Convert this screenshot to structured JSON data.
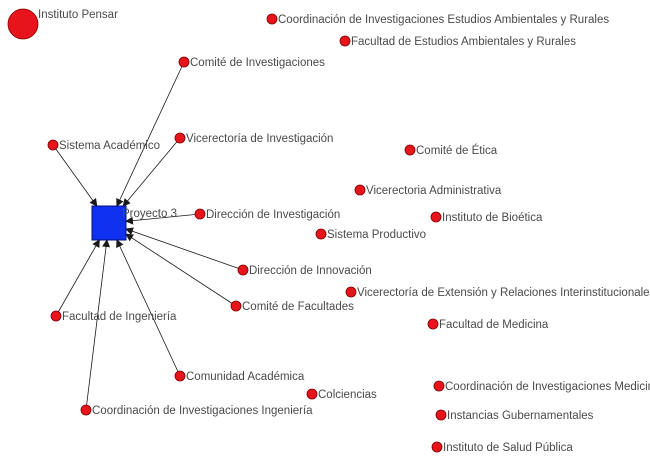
{
  "colors": {
    "actor_node": "#e8141c",
    "actor_outline": "#7a0000",
    "project_node": "#1030f0",
    "project_outline": "#001080",
    "edge": "#1a1a1a",
    "label": "#4a4a4a"
  },
  "nodes": [
    {
      "id": "instituto-pensar",
      "label": "Instituto Pensar",
      "type": "actor-large"
    },
    {
      "id": "coord-inv-ambientales",
      "label": "Coordinación de Investigaciones Estudios Ambientales y Rurales",
      "type": "actor"
    },
    {
      "id": "facultad-ambientales",
      "label": "Facultad de Estudios Ambientales y Rurales",
      "type": "actor"
    },
    {
      "id": "comite-investigaciones",
      "label": "Comité de Investigaciones",
      "type": "actor"
    },
    {
      "id": "sistema-academico",
      "label": "Sistema Académico",
      "type": "actor"
    },
    {
      "id": "vicerrectoria-investigacion",
      "label": "Vicerectoría de Investigación",
      "type": "actor"
    },
    {
      "id": "comite-etica",
      "label": "Comité de Ética",
      "type": "actor"
    },
    {
      "id": "vicerrectoria-administrativa",
      "label": "Vicerectoria Administrativa",
      "type": "actor"
    },
    {
      "id": "proyecto-3",
      "label": "Proyecto 3",
      "type": "project"
    },
    {
      "id": "direccion-investigacion",
      "label": "Dirección de Investigación",
      "type": "actor"
    },
    {
      "id": "instituto-bioetica",
      "label": "Instituto de Bioética",
      "type": "actor"
    },
    {
      "id": "sistema-productivo",
      "label": "Sistema Productivo",
      "type": "actor"
    },
    {
      "id": "direccion-innovacion",
      "label": "Dirección de Innovación",
      "type": "actor"
    },
    {
      "id": "vicerrectoria-extension",
      "label": "Vicerectoría de Extensión y Relaciones Interinstitucionales",
      "type": "actor"
    },
    {
      "id": "comite-facultades",
      "label": "Comité de Facultades",
      "type": "actor"
    },
    {
      "id": "facultad-ingenieria",
      "label": "Facultad de Ingeniería",
      "type": "actor"
    },
    {
      "id": "facultad-medicina",
      "label": "Facultad de Medicina",
      "type": "actor"
    },
    {
      "id": "comunidad-academica",
      "label": "Comunidad Académica",
      "type": "actor"
    },
    {
      "id": "colciencias",
      "label": "Colciencias",
      "type": "actor"
    },
    {
      "id": "coord-inv-medicina",
      "label": "Coordinación de Investigaciones Medicina",
      "type": "actor"
    },
    {
      "id": "coord-inv-ingenieria",
      "label": "Coordinación de Investigaciones Ingeniería",
      "type": "actor"
    },
    {
      "id": "instancias-gubernamentales",
      "label": "Instancias Gubernamentales",
      "type": "actor"
    },
    {
      "id": "instituto-salud-publica",
      "label": "Instituto de Salud Pública",
      "type": "actor"
    }
  ],
  "edges": [
    {
      "from": "comite-investigaciones",
      "to": "proyecto-3"
    },
    {
      "from": "sistema-academico",
      "to": "proyecto-3"
    },
    {
      "from": "vicerrectoria-investigacion",
      "to": "proyecto-3"
    },
    {
      "from": "direccion-investigacion",
      "to": "proyecto-3"
    },
    {
      "from": "direccion-innovacion",
      "to": "proyecto-3"
    },
    {
      "from": "comite-facultades",
      "to": "proyecto-3"
    },
    {
      "from": "facultad-ingenieria",
      "to": "proyecto-3"
    },
    {
      "from": "comunidad-academica",
      "to": "proyecto-3"
    },
    {
      "from": "coord-inv-ingenieria",
      "to": "proyecto-3"
    }
  ]
}
